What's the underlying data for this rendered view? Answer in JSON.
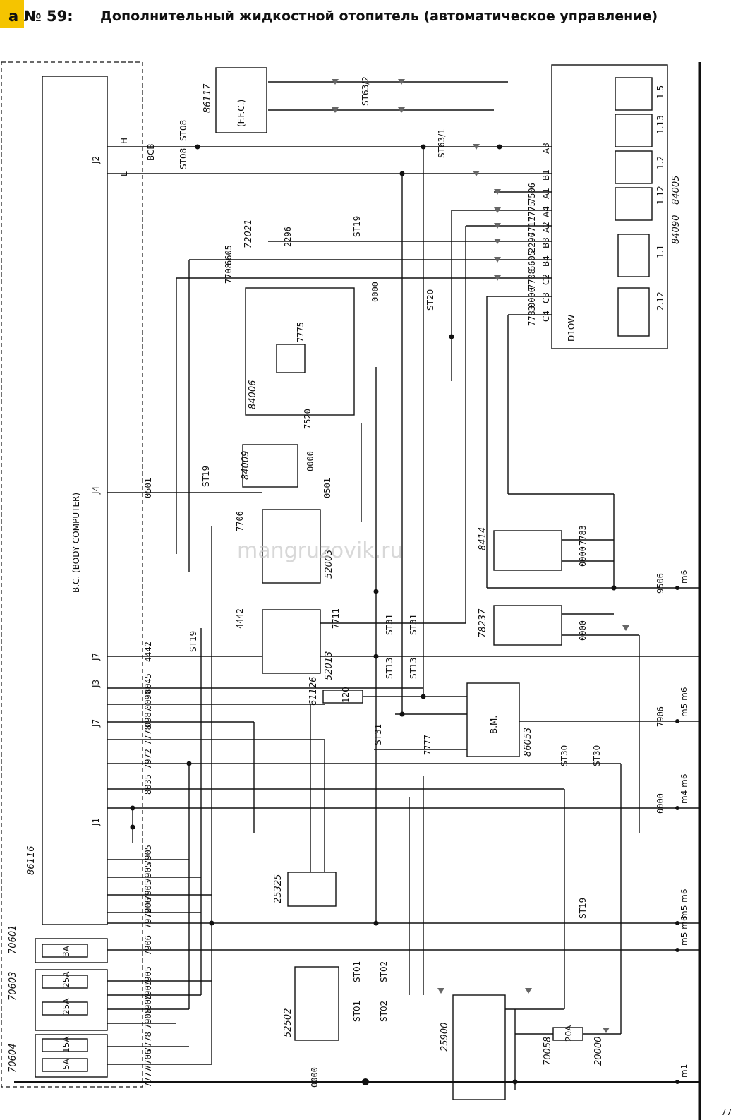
{
  "header": {
    "number": "а № 59:",
    "title": "Дополнительный жидкостной отопитель (автоматическое управление)"
  },
  "watermark": "mangruzovik.ru",
  "components": {
    "body_computer": {
      "code": "86116",
      "label": "B.C. (BODY COMPUTER)"
    },
    "ffc": {
      "code": "86117",
      "label": "(F.F.C.)"
    },
    "heater_unit": {
      "code": "84005",
      "label": "D1OW",
      "code2": "84090"
    },
    "bm": {
      "code": "86053",
      "label": "B.M."
    },
    "relay_25325": {
      "code": "25325"
    },
    "switch_52502": {
      "code": "52502"
    },
    "relay_25900": {
      "code": "25900"
    },
    "unit_84006": {
      "code": "84006"
    },
    "sensor_84009": {
      "code": "84009"
    },
    "relay_52003": {
      "code": "52003"
    },
    "relay_52013": {
      "code": "52013"
    },
    "resistor_61126": {
      "code": "61126",
      "value": "120"
    },
    "unit_8414": {
      "code": "8414"
    },
    "unit_78237": {
      "code": "78237"
    },
    "sensor_72021": {
      "code": "72021"
    },
    "fuse_70601": {
      "code": "70601",
      "fuses": [
        "3A"
      ]
    },
    "fuse_70603": {
      "code": "70603",
      "fuses": [
        "25A",
        "25A"
      ]
    },
    "fuse_70604": {
      "code": "70604",
      "fuses": [
        "15A",
        "5A"
      ]
    },
    "fuse_70058": {
      "code": "70058",
      "value": "20A"
    },
    "battery_20000": {
      "code": "20000"
    }
  },
  "heater_pins": [
    "A3",
    "B1",
    "A1",
    "A4",
    "A2",
    "B3",
    "B4",
    "C2",
    "C3",
    "C4"
  ],
  "heater_pin_wires": [
    "",
    "",
    "7506",
    "7775",
    "7711",
    "2296",
    "6605",
    "7708",
    "0000",
    "7783"
  ],
  "heater_parts": [
    "1.5",
    "1.13",
    "1.2",
    "1.12",
    "1.1",
    "2.12"
  ],
  "bc_connectors": [
    "J2",
    "J4",
    "J7",
    "J3",
    "J7",
    "J1"
  ],
  "wires": {
    "left_bus": [
      "7906",
      "7905",
      "7905",
      "7905",
      "7905",
      "7972",
      "7778",
      "7706",
      "7777"
    ],
    "body_j1": [
      "7972",
      "8035",
      "7905",
      "7905",
      "7905",
      "7906"
    ],
    "body_upper": [
      "0501",
      "4442",
      "8045",
      "0090",
      "0987",
      "7778"
    ],
    "misc": [
      "2296",
      "6605",
      "7708",
      "0000",
      "7775",
      "7520",
      "0000",
      "0501",
      "7706",
      "4442",
      "7711",
      "7783",
      "0000",
      "9506",
      "0000",
      "7906",
      "7777",
      "0000",
      "0000"
    ]
  },
  "grounds": [
    "m6",
    "m5 m6",
    "m4 m6",
    "m5 m6",
    "m5 m6",
    "m1"
  ],
  "connector_tags": [
    "ST08",
    "ST08",
    "ST19",
    "ST19",
    "ST19",
    "ST20",
    "ST31",
    "ST31",
    "ST13",
    "ST13",
    "ST31",
    "ST30",
    "ST30",
    "ST19",
    "ST01",
    "ST02",
    "ST01",
    "ST02",
    "ST63/2",
    "ST63/1"
  ],
  "line_ids": [
    "H",
    "L",
    "BCB"
  ],
  "page_ref": "77"
}
